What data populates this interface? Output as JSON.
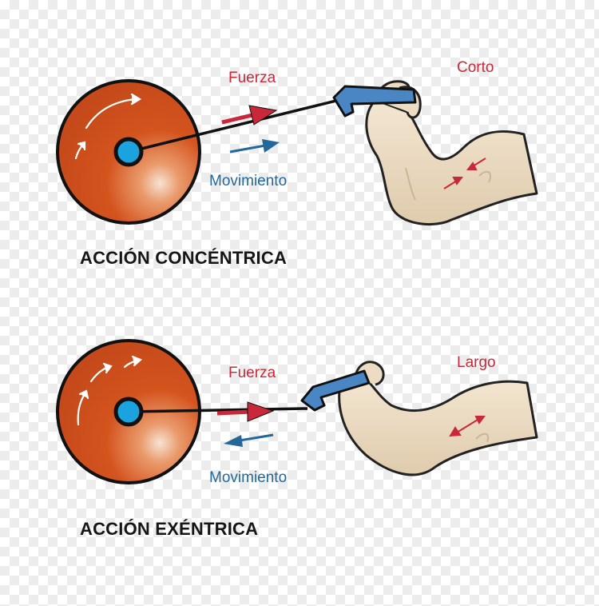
{
  "colors": {
    "disc": "#d4541e",
    "hub": "#1aa3de",
    "force": "#c8283a",
    "movement": "#22689b",
    "handle": "#4a86c4",
    "skin": "#ecdcc4"
  },
  "top": {
    "force_label": "Fuerza",
    "movement_label": "Movimiento",
    "muscle_label": "Corto",
    "title": "ACCIÓN CONCÉNTRICA"
  },
  "bottom": {
    "force_label": "Fuerza",
    "movement_label": "Movimiento",
    "muscle_label": "Largo",
    "title": "ACCIÓN EXÉNTRICA"
  }
}
